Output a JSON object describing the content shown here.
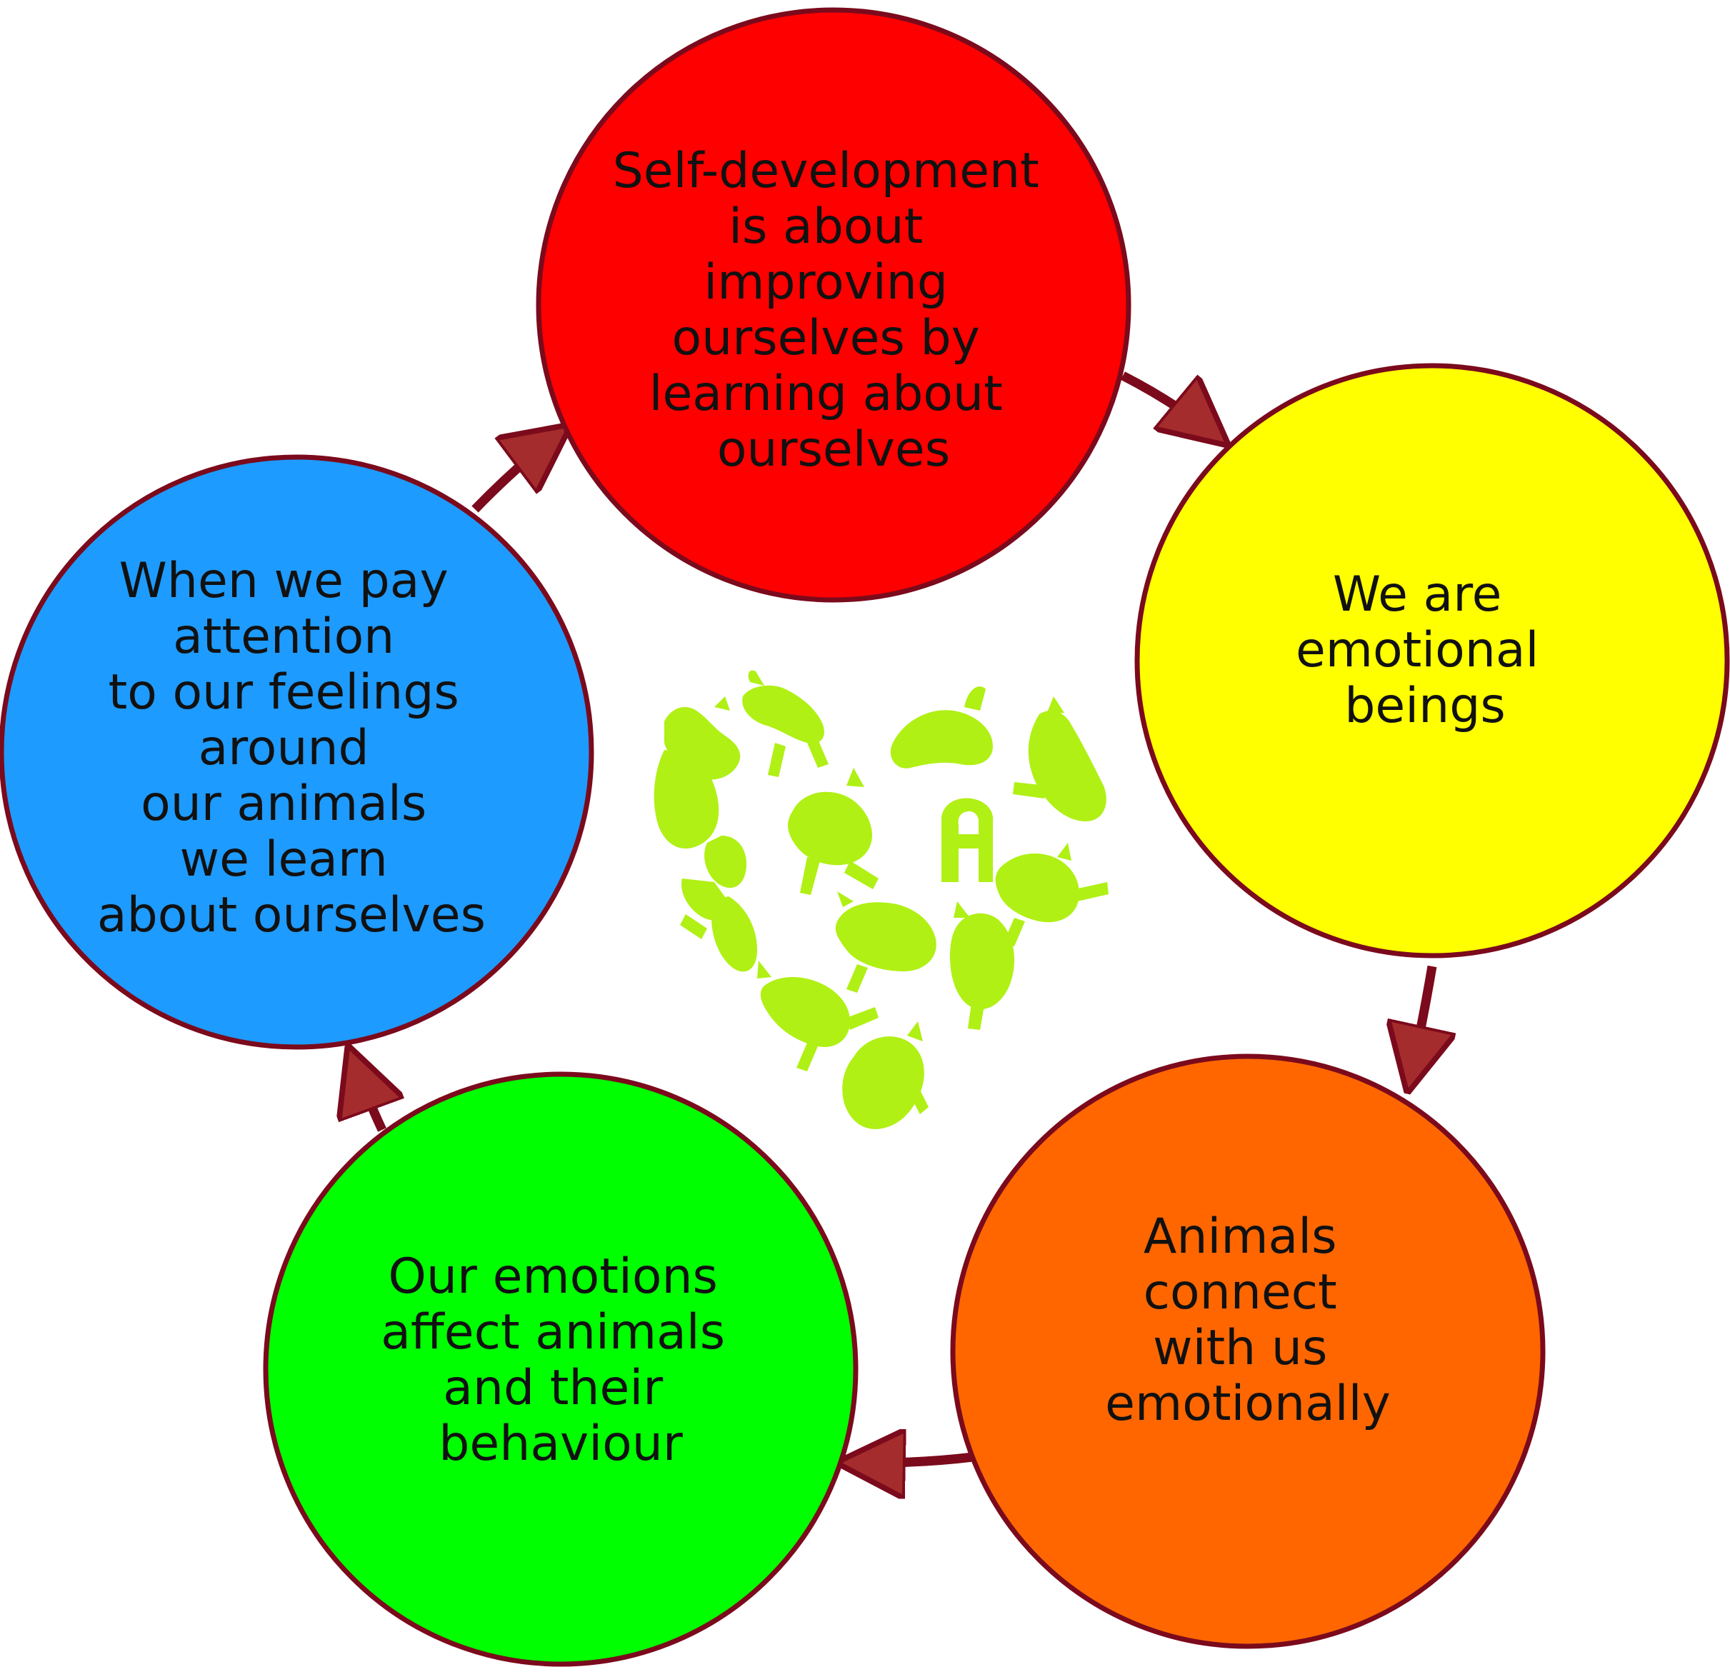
{
  "diagram": {
    "type": "cycle",
    "nodes": [
      {
        "id": "self-development",
        "fill": "#ff0000",
        "lines": [
          "Self-development",
          "is about",
          "improving",
          "ourselves by",
          "learning about",
          "ourselves"
        ]
      },
      {
        "id": "emotional-beings",
        "fill": "#ffff00",
        "lines": [
          "We are",
          "emotional",
          "beings"
        ]
      },
      {
        "id": "animals-connect",
        "fill": "#ff6600",
        "lines": [
          "Animals",
          "connect",
          "with us",
          "emotionally"
        ]
      },
      {
        "id": "emotions-affect",
        "fill": "#00ff00",
        "lines": [
          "Our emotions",
          "affect animals",
          "and their",
          "behaviour"
        ]
      },
      {
        "id": "pay-attention",
        "fill": "#1e9bff",
        "lines": [
          "When we pay",
          "attention",
          "to our feelings",
          "around",
          "our animals",
          "we learn",
          "about ourselves"
        ]
      }
    ],
    "edges": [
      {
        "from": "self-development",
        "to": "emotional-beings"
      },
      {
        "from": "emotional-beings",
        "to": "animals-connect"
      },
      {
        "from": "animals-connect",
        "to": "emotions-affect"
      },
      {
        "from": "emotions-affect",
        "to": "pay-attention"
      },
      {
        "from": "pay-attention",
        "to": "self-development"
      }
    ],
    "colors": {
      "outline": "#7b0a1c",
      "arrow_line": "#7b0a1c",
      "arrow_head": "#a52c2c",
      "logo": "#b0f014"
    },
    "center_logo": {
      "icon": "heart-of-dogs-logo"
    }
  }
}
